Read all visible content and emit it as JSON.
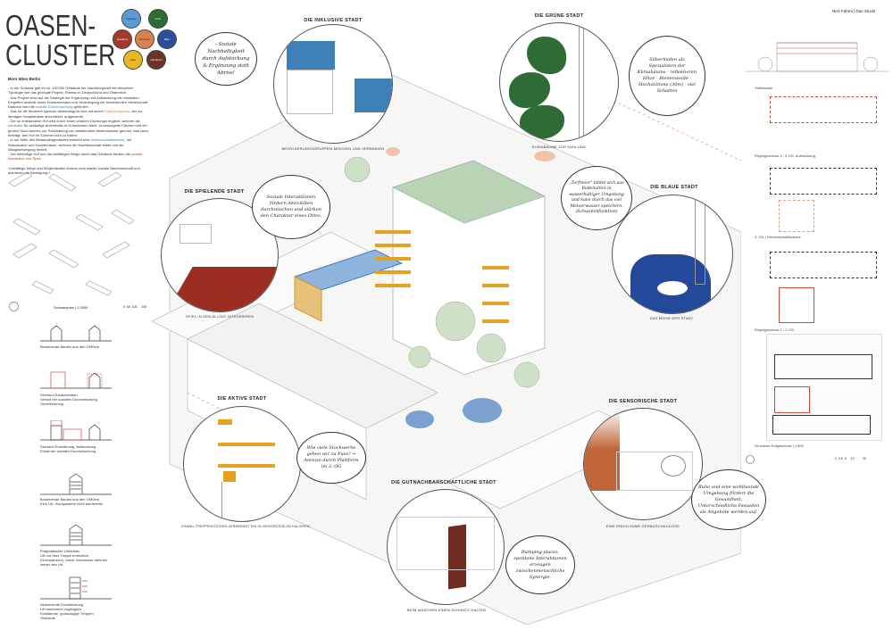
{
  "header": {
    "title_line1": "OASEN-",
    "title_line2": "CLUSTER",
    "subtitle": "Bern Wien Berlin",
    "authors": "Nick Fahrni | Dan Stucki"
  },
  "topic_bubbles": [
    {
      "label": "Inklusion",
      "color": "#5b9bd5"
    },
    {
      "label": "Grün",
      "color": "#2e6b35"
    },
    {
      "label": "Blau",
      "color": "#2b4f9a"
    },
    {
      "label": "Spielend",
      "color": "#a8382c"
    },
    {
      "label": "Aktiv",
      "color": "#e8b820"
    },
    {
      "label": "Nachbarn",
      "color": "#6b3526"
    },
    {
      "label": "Sensorik",
      "color": "#d9824e"
    }
  ],
  "intro": [
    {
      "pre": "- In der Schweiz gibt es ca. 100'000 Gebäude der Nachkriegszeit mit derselben Typologie wie das gezeigte Projekt. Ebenso in Deutschland und Österreich.",
      "hl": "",
      "post": ""
    },
    {
      "pre": "- Das Projekt setzt auf die Strategie der Ergänzung und Aufstockung mit minimalen Eingriffen anstelle eines Ersatzneubaus und Verdrängung der bestehenden Mieterschaft. Dadurch wird die ",
      "hl": "soziale Durchmischung",
      "post": " gefördert."
    },
    {
      "pre": "- Das für die Moderne typische Abstandsgrün wird mit einem ",
      "hl": "Ergänzungsbau",
      "post": ", der zur lärmigen Hauptstrasse abschliesst, aufgewertet."
    },
    {
      "pre": "- Der so entstandene Hof wird durch einen urbanen Dschungel ergänzt, welcher als ",
      "hl": "Inkubator",
      "post": " für beiläufige Aufenthalte in Grünräumen dient. Unversiegelte Flächen und ein grünes Dach werden zur Rückhaltung von anfallendem Meteorwasser genutzt, was dazu beiträgt, den Hof im Sommer kühl zu halten."
    },
    {
      "pre": "- In der Mitte des Bestandesgebäudes entsteht eine ",
      "hl": "Gemeinschaftsebene",
      "post": ", mit Waschsalon und Dachterrasse, welches die Nachbarschaft stärkt und die Alltagsbewegung fördert."
    },
    {
      "pre": "- Der lebendige Hof und die vielfältigen Wege durch das Gebäude fördern die ",
      "hl": "soziale Interaktion und Spiel.",
      "post": ""
    }
  ],
  "quote": "«Vielfältige Wege und Möglichkeiten fördern eine stabile soziale Nachbarschaft und animieren die Bewegung.»",
  "left_plan": {
    "label": "Schwarzplan | 1:2000",
    "scale": "0  50  100     200"
  },
  "scenarios": [
    {
      "lines": [
        "Bestehende Bauten aus den 1950ern"
      ]
    },
    {
      "lines": [
        "Szenario Ersatzneubau",
        "Verlust der sozialen Durchmischung",
        "Gentrifizierung"
      ]
    },
    {
      "lines": [
        "Szenario Erweiterung, Aufstockung",
        "Erhalt der sozialen Durchmischung"
      ]
    },
    {
      "lines": [
        "Bestehende Bauten aus den 1950ern",
        "Kein Lift, Hochparterre nicht barrierefrei"
      ]
    },
    {
      "lines": [
        "Pragmatischer Lifteinbau",
        "Lift nur über Treppe erreichbar",
        "(Hochparterre), obere Geschosse nehmen",
        "immer den Lift"
      ]
    },
    {
      "lines": [
        "Aktivierende Erschliessung",
        "Lift barrierefrei zugänglich",
        "Einladende, grosszügige Treppen",
        "Shortcuts"
      ]
    }
  ],
  "circles": [
    {
      "title": "DIE INKLUSIVE STADT",
      "caption": "BEVÖLKERUNGSGRUPPEN MISCHEN UND VERBINDEN",
      "note": "- Soziale Nachhaltigkeit durch Aufstockung & Ergänzung statt Abriss!",
      "color": "#3f7fb8"
    },
    {
      "title": "DIE GRÜNE STADT",
      "caption": "KLIMABÄUME ZUR KÜHLUNG",
      "note": "Silberlinden als Spezialisten der Klimabäume · reflektieren Hitze · Bienenweide · Hochstämme (30m) · viel Schatten",
      "color": "#2f6b35"
    },
    {
      "title": "DIE SPIELENDE STADT",
      "caption": "SPIEL IN DEN ALLTAG INTEGRIEREN",
      "note": "Soziale Interaktionen fördern Aktivitäten durchmischen und stärken den Charakter eines Ortes.",
      "color": "#9c2d22"
    },
    {
      "title": "DIE BLAUE STADT",
      "caption": "DAS MOOR DER STADT",
      "note": "„Torfmoor“ bildet sich aus Bodenarten in wasserhaltiger Umgebung und kann durch das viel Metoerwasser speichern. (Schwammfunktion)",
      "color": "#24489a"
    },
    {
      "title": "DIE AKTIVE STADT",
      "caption": "EINMAL TREPPENSTEIGEN VERBRENNT EIN OLIVENGRÖSSE AN KALORIEN",
      "note": "Wie viele Stockwerke gehen wir zu Fuss? → Anreize durch Plattform im 3. OG",
      "color": "#e8a020"
    },
    {
      "title": "DIE GUTNACHBARSCHAFTLICHE STADT",
      "caption": "BEIM WASCHEN EINEN SCHWATZ HALTEN",
      "note": "Bumping-places, spontane Interaktionen erzeugen zwischenmenschliche Synergie.",
      "color": "#6e2e22"
    },
    {
      "title": "DIE SENSORISCHE STADT",
      "caption": "EINE ERHOLSAME GERÄUSCHKULISSE",
      "note": "Ruhe und eine wohltuende Umgebung fördert die Gesundheit. Unterschiedliche Fassaden als Angebote werden auf.",
      "color": "#c0643a"
    }
  ],
  "right_panels": [
    {
      "label": "Hoffassade"
    },
    {
      "label": "Regelgeschoss 4 - 5 OG. Aufstockung"
    },
    {
      "label": "3. OG | Gemeinschaftsebene"
    },
    {
      "label": "Regelgeschoss 1 - 2 OG."
    },
    {
      "label": "Grundriss Erdgeschoss | 1:500"
    }
  ],
  "right_scale": "0  2.5  5     10          20"
}
